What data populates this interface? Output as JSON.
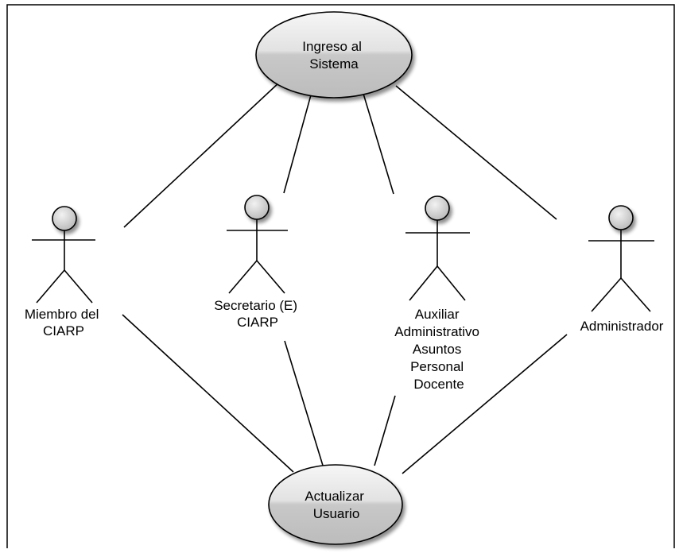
{
  "use_cases": {
    "login": {
      "lines": [
        "Ingreso al",
        "Sistema"
      ]
    },
    "update_user": {
      "lines": [
        "Actualizar",
        "Usuario"
      ]
    }
  },
  "actors": {
    "member": {
      "lines": [
        "Miembro del",
        "CIARP"
      ]
    },
    "secretary": {
      "lines": [
        "Secretario (E)",
        "CIARP"
      ]
    },
    "assistant": {
      "lines": [
        "Auxiliar",
        "Administrativo",
        "Asuntos",
        "Personal",
        "Docente"
      ]
    },
    "admin": {
      "lines": [
        "Administrador"
      ]
    }
  },
  "colors": {
    "usecase_fill_light": "#f4f4f4",
    "usecase_fill_dark": "#bdbdbd",
    "actor_head_fill": "#d6d6d6",
    "stroke": "#000000"
  }
}
